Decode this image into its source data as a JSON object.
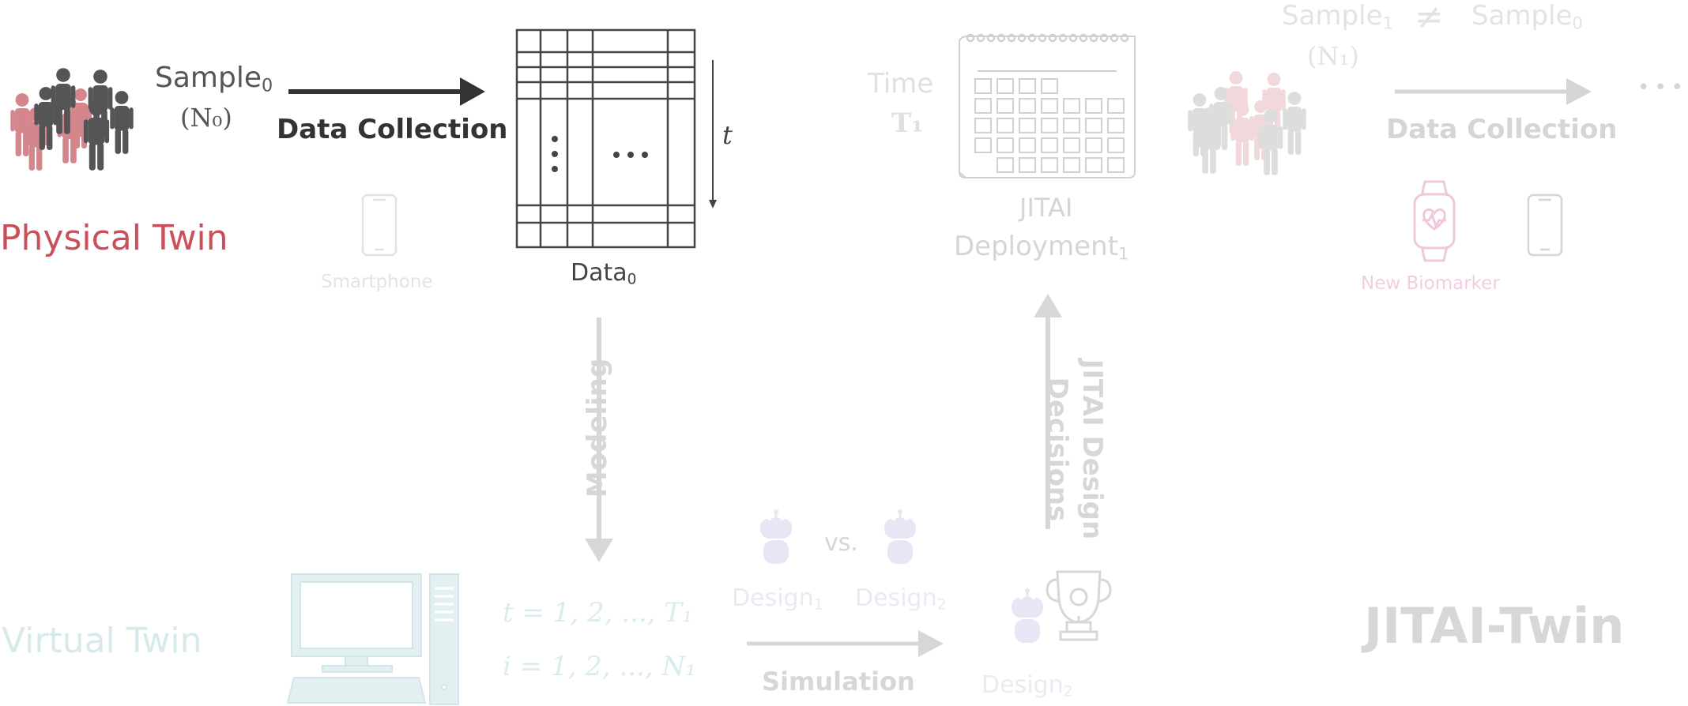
{
  "physical": {
    "label": "Physical Twin",
    "sample0_base": "Sample",
    "sample0_sub": "0",
    "n0": "(N₀)",
    "arrow1_label": "Data Collection",
    "smartphone_label": "Smartphone",
    "data0_base": "Data",
    "data0_sub": "0",
    "t_axis": "t"
  },
  "deploy": {
    "time_label": "Time",
    "time_value": "T₁",
    "line1": "JITAI",
    "line2_base": "Deployment",
    "line2_sub": "1",
    "sample_cmp_left_base": "Sample",
    "sample_cmp_left_sub": "1",
    "neq": "≠",
    "sample_cmp_right_base": "Sample",
    "sample_cmp_right_sub": "0",
    "n1": "(N₁)",
    "arrow2_label": "Data Collection",
    "biomarker_label": "New Biomarker",
    "ellipsis": "•••"
  },
  "modeling": {
    "label": "Modeling"
  },
  "decisions": {
    "line1": "JITAI Design",
    "line2": "Decisions"
  },
  "virtual": {
    "label": "Virtual Twin",
    "eq_t": "t = 1, 2, ..., T₁",
    "eq_i": "i = 1, 2, ..., N₁"
  },
  "simulation": {
    "design1_base": "Design",
    "design1_sub": "1",
    "vs": "vs.",
    "design2_base": "Design",
    "design2_sub": "2",
    "arrow_label": "Simulation",
    "winner_base": "Design",
    "winner_sub": "2"
  },
  "brand": {
    "title": "JITAI-Twin"
  },
  "colors": {
    "dark": "#3a3a3a",
    "physical_red": "#c9505a",
    "faint_gray": "#d7d7d7",
    "faint_text": "#cfcfcf",
    "virtual_teal": "#d9ecee",
    "robot": "#e6e6f4",
    "pink": "#f2cde0"
  }
}
